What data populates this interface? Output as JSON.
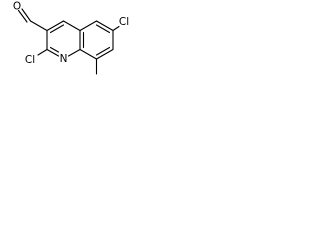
{
  "molecule": {
    "atom_labels": {
      "oxygen": "O",
      "nitrogen": "N",
      "chlorine_ring_a": "Cl",
      "chlorine_ring_b": "Cl"
    }
  }
}
